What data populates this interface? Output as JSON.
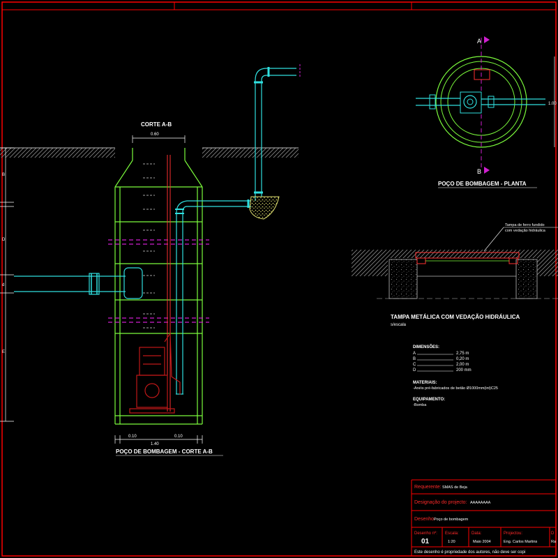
{
  "section": {
    "cut_label": "CORTE A-B",
    "top_width": "0.60",
    "dim_left": "0.10",
    "dim_center": "1.40",
    "dim_right": "0.10",
    "title": "POÇO DE BOMBAGEM - CORTE A-B",
    "level_marks": [
      "B",
      "D",
      "d",
      "E"
    ]
  },
  "plan": {
    "marker_a": "A",
    "marker_b": "B",
    "dim": "1.00",
    "title": "POÇO DE BOMBAGEM - PLANTA"
  },
  "cover": {
    "note_line1": "Tampa de ferro fundido",
    "note_line2": "com vedação hidráulica",
    "title": "TAMPA METÁLICA COM VEDAÇÃO HIDRÁULICA",
    "subtitle": "s/escala"
  },
  "specs": {
    "dimensions_heading": "DIMENSÕES:",
    "dimensions": [
      {
        "key": "A",
        "value": "2,75 m"
      },
      {
        "key": "B",
        "value": "0,20 m"
      },
      {
        "key": "C",
        "value": "2,00 m"
      },
      {
        "key": "D",
        "value": "200 mm"
      }
    ],
    "materials_heading": "MATERIAIS:",
    "materials_line": "-Anéis pré-fabricados de betão Ø1000mm(int)C25",
    "equipment_heading": "EQUIPAMENTO:",
    "equipment_line": "-Bomba"
  },
  "titleblock": {
    "requerente_label": "Requerente:",
    "requerente_value": "SMAS de Beja",
    "designacao_label": "Designação do projecto:",
    "designacao_value": "AAAAAAAA",
    "desenho_label": "Desenho:",
    "desenho_value": "Poço de bombagem",
    "num_label": "Desenho nº:",
    "num_value": "01",
    "escala_label": "Escala:",
    "escala_value": "1:20",
    "data_label": "Data:",
    "data_value": "Maio 2004",
    "projectou_label": "Projectou:",
    "projectou_value": "Eng. Carlos Martins",
    "extra_label": "D",
    "extra_value": "Ra",
    "footer": "Este desenho é propriedade dos autores, não deve ser copi"
  },
  "colors": {
    "background": "#000000",
    "border": "#ff0000",
    "outline_green": "#7cfc3c",
    "pipe_cyan": "#30e0e0",
    "dashed_magenta": "#d020d0",
    "pump_red": "#c01818",
    "ground_gray": "#9a9a9a",
    "label_white": "#ffffff"
  }
}
